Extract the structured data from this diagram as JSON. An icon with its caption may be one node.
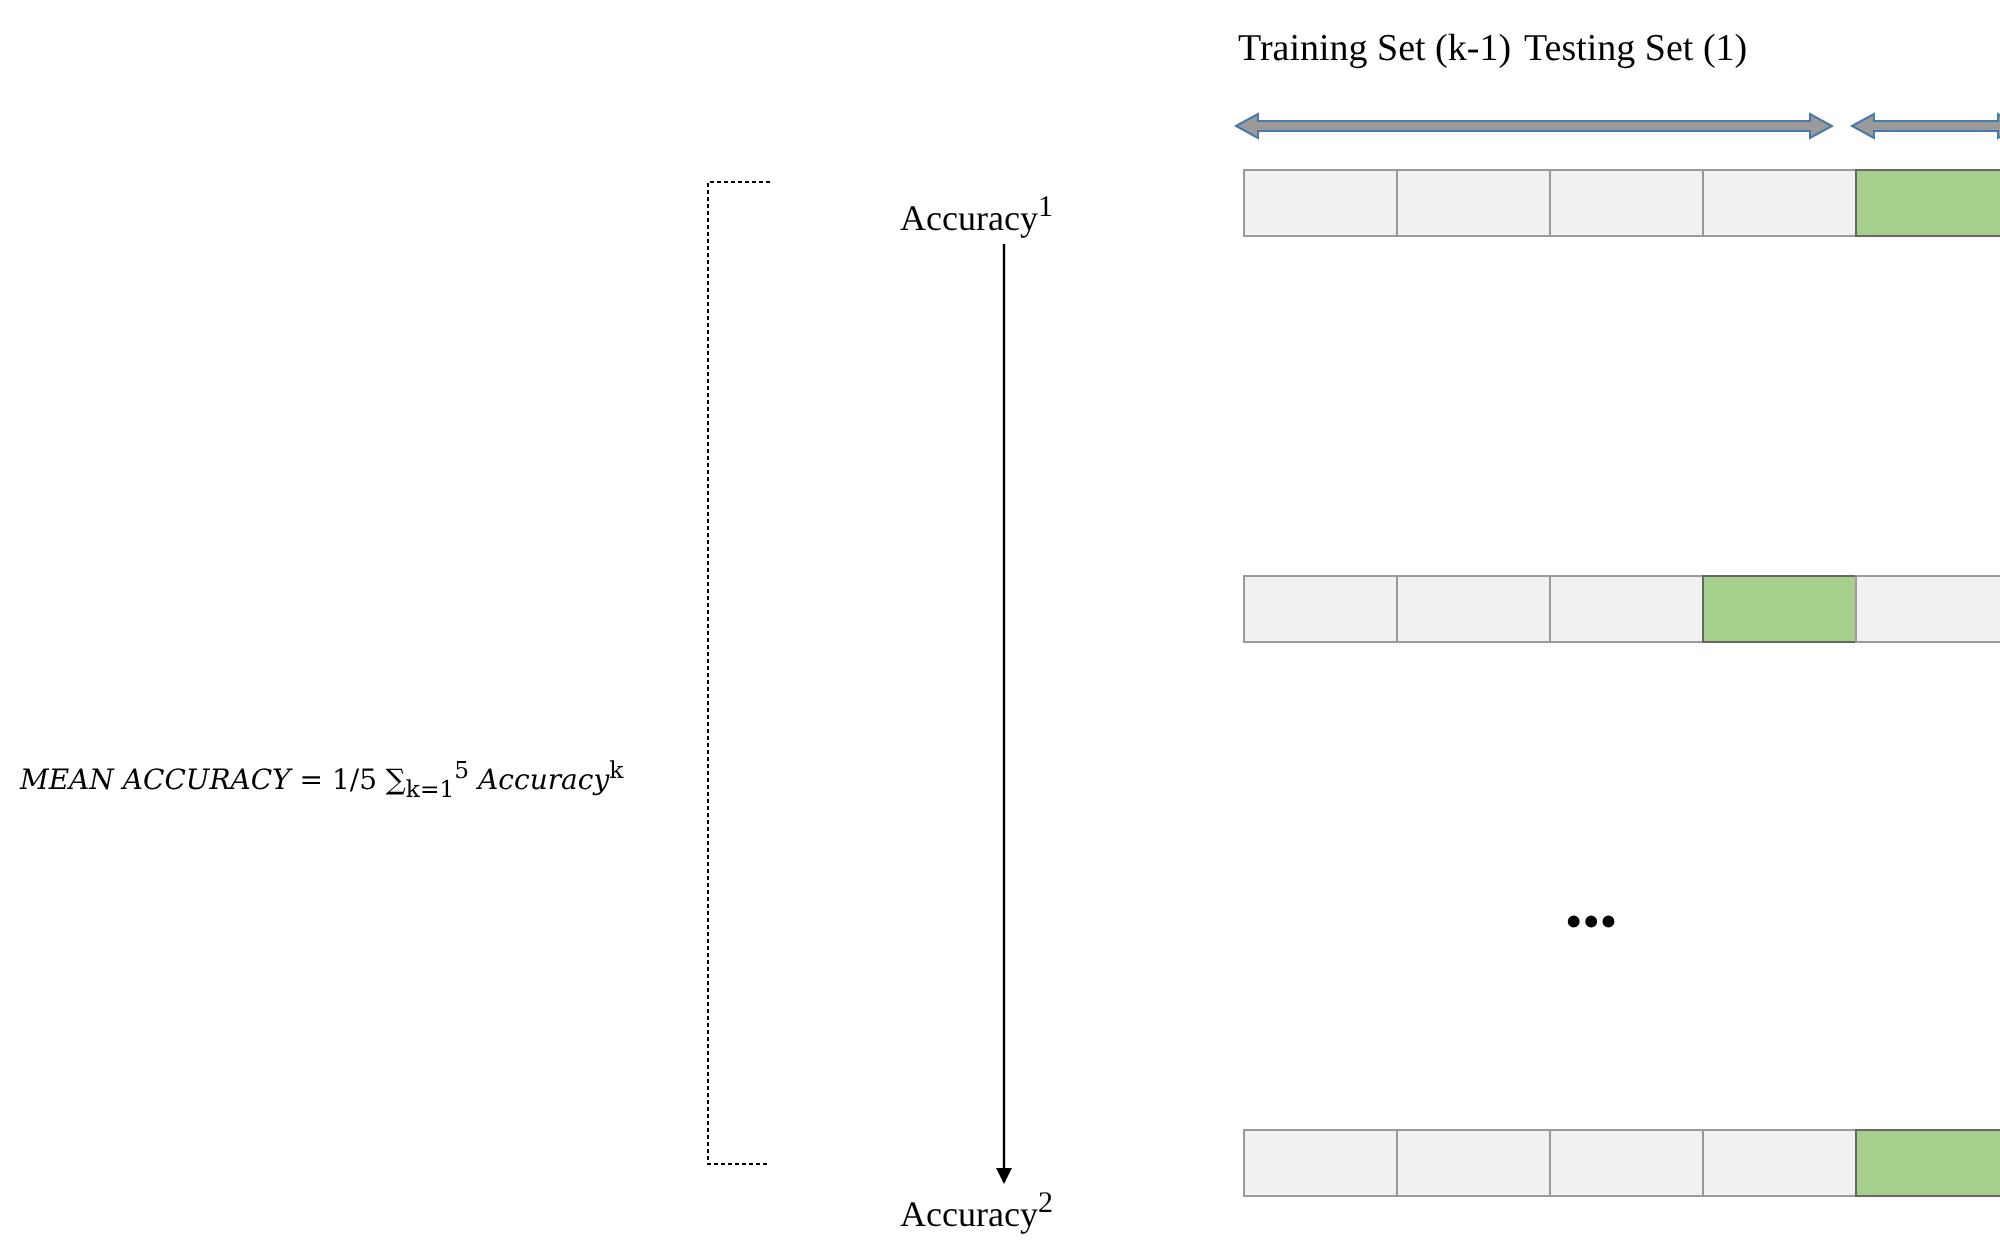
{
  "diagram": {
    "nodes": [
      {
        "text": [
          "Accuracy$^{1}$"
        ]
      },
      {
        "text": [
          "Accuracy$^{2}$"
        ]
      }
    ],
    "edges": [
      {
        "from": 0,
        "to": 1,
        "arrow": "to"
      }
    ],
    "labels": [
      "Training Set (k-1)",
      "Testing Set (1)",
      "*MEAN ACCURACY* = 1/5 ∑$_{k=1}$$^{5}$ *Accuracy*$^{k}$",
      "•••"
    ]
  }
}
